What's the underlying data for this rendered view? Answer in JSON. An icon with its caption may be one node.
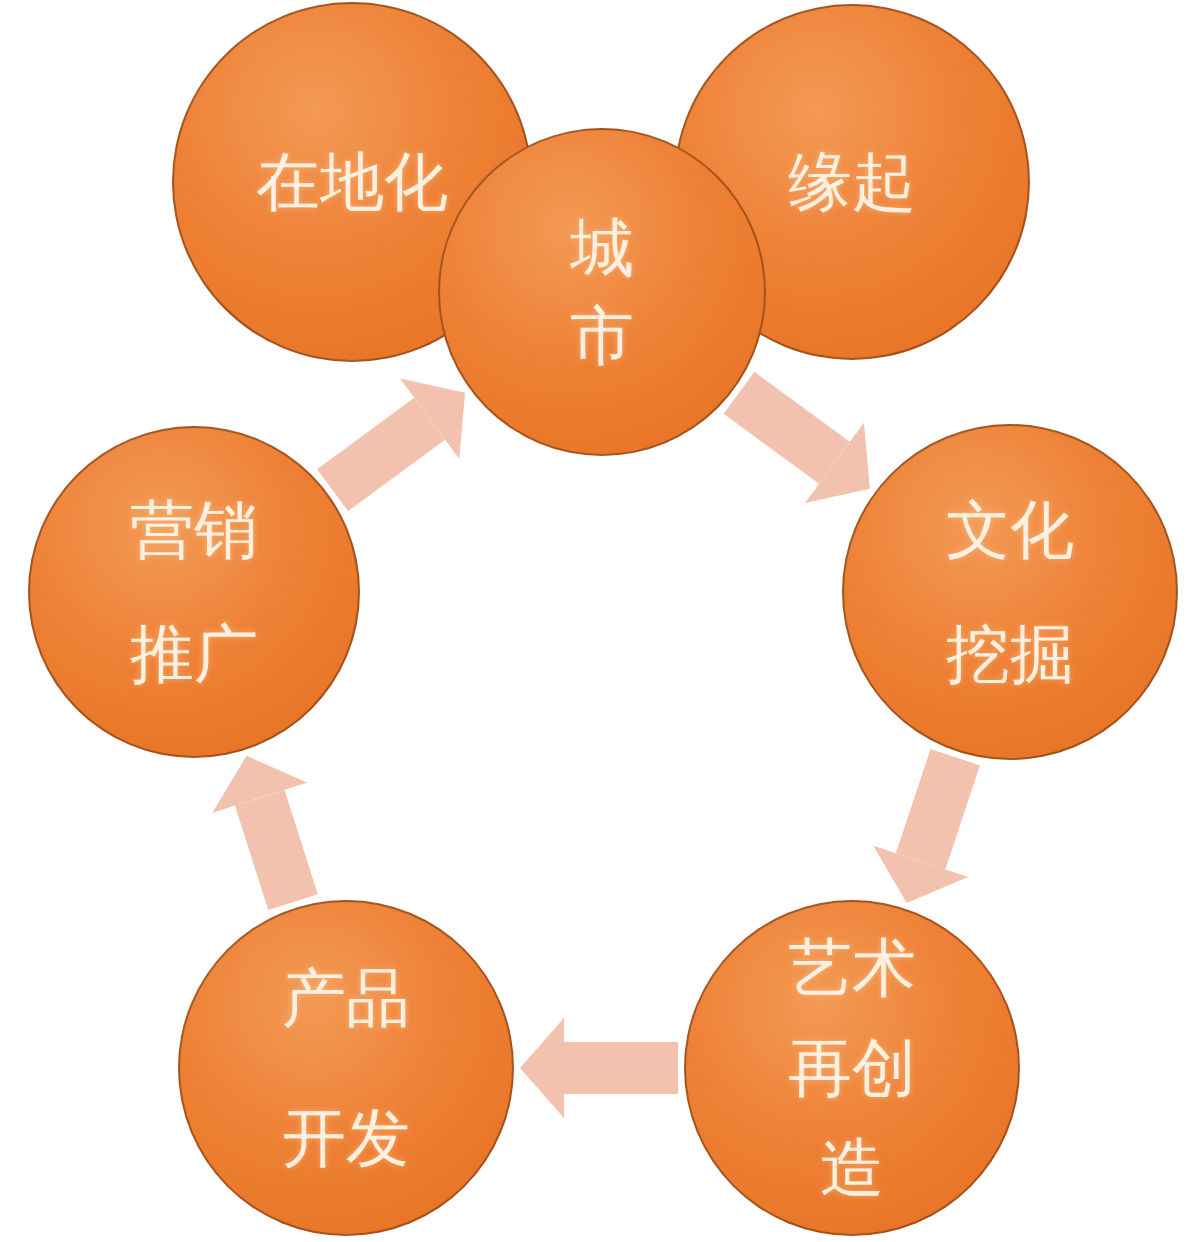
{
  "diagram": {
    "nodes": [
      {
        "text": [
          "在地化"
        ]
      },
      {
        "text": [
          "城市"
        ]
      },
      {
        "text": [
          "缘起"
        ]
      },
      {
        "text": [
          "营销推广"
        ]
      },
      {
        "text": [
          "文化挖掘"
        ]
      },
      {
        "text": [
          "产品开发"
        ]
      },
      {
        "text": [
          "艺术再创造"
        ]
      }
    ],
    "edges": [
      {
        "from": 1,
        "to": 4,
        "arrow": "to"
      },
      {
        "from": 4,
        "to": 6,
        "arrow": "to"
      },
      {
        "from": 6,
        "to": 5,
        "arrow": "to"
      },
      {
        "from": 5,
        "to": 3,
        "arrow": "to"
      },
      {
        "from": 3,
        "to": 1,
        "arrow": "to"
      }
    ]
  }
}
